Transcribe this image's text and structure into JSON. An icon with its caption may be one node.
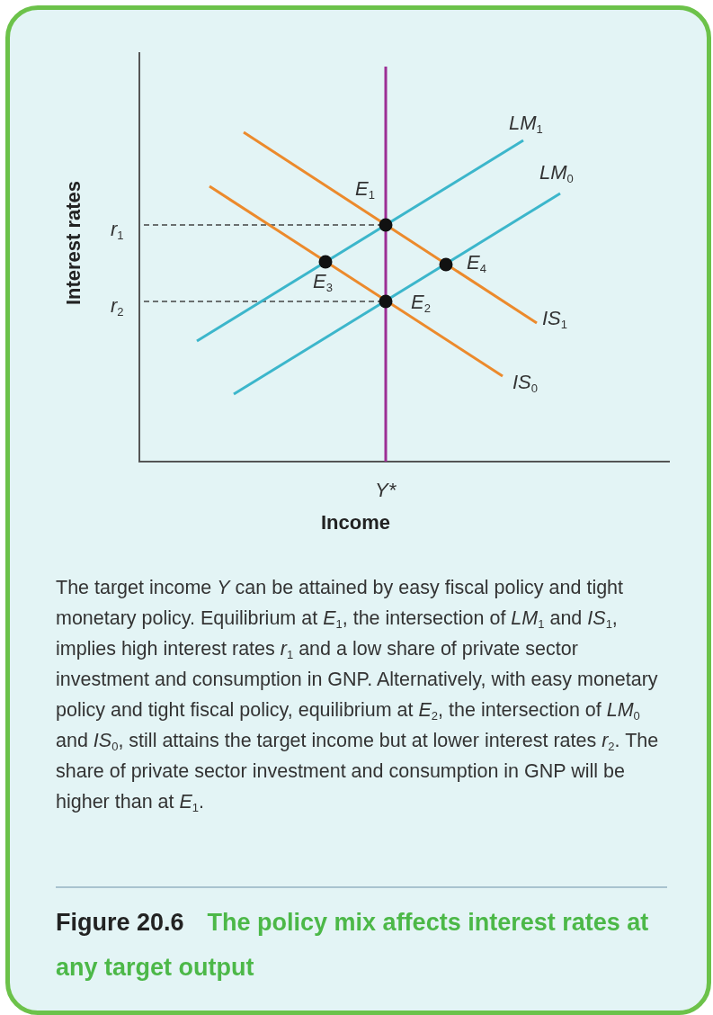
{
  "diagram": {
    "title": "The policy mix affects interest rates at any target output",
    "caption": "The target income *Y* can be attained by easy fiscal policy and tight monetary policy. Equilibrium at *E*$_{1}$, the intersection of *LM*$_{1}$ and *IS*$_{1}$, implies high interest rates *r*$_{1}$ and a low share of private sector investment and consumption in GNP. Alternatively, with easy monetary policy and tight fiscal policy, equilibrium at *E*$_{2}$, the intersection of *LM*$_{0}$ and *IS*$_{0}$, still attains the target income but at lower interest rates *r*$_{2}$. The share of private sector investment and consumption in GNP will be higher than at *E*$_{1}$.",
    "labels": [
      "Interest rates",
      "LM$_{1}$",
      "LM$_{0}$",
      "E$_{1}$",
      "r$_{1}$",
      "E$_{4}$",
      "E$_{3}$",
      "r$_{2}$",
      "E$_{2}$",
      "IS$_{1}$",
      "IS$_{0}$",
      "Y*",
      "Income",
      "Figure 20.6"
    ]
  }
}
